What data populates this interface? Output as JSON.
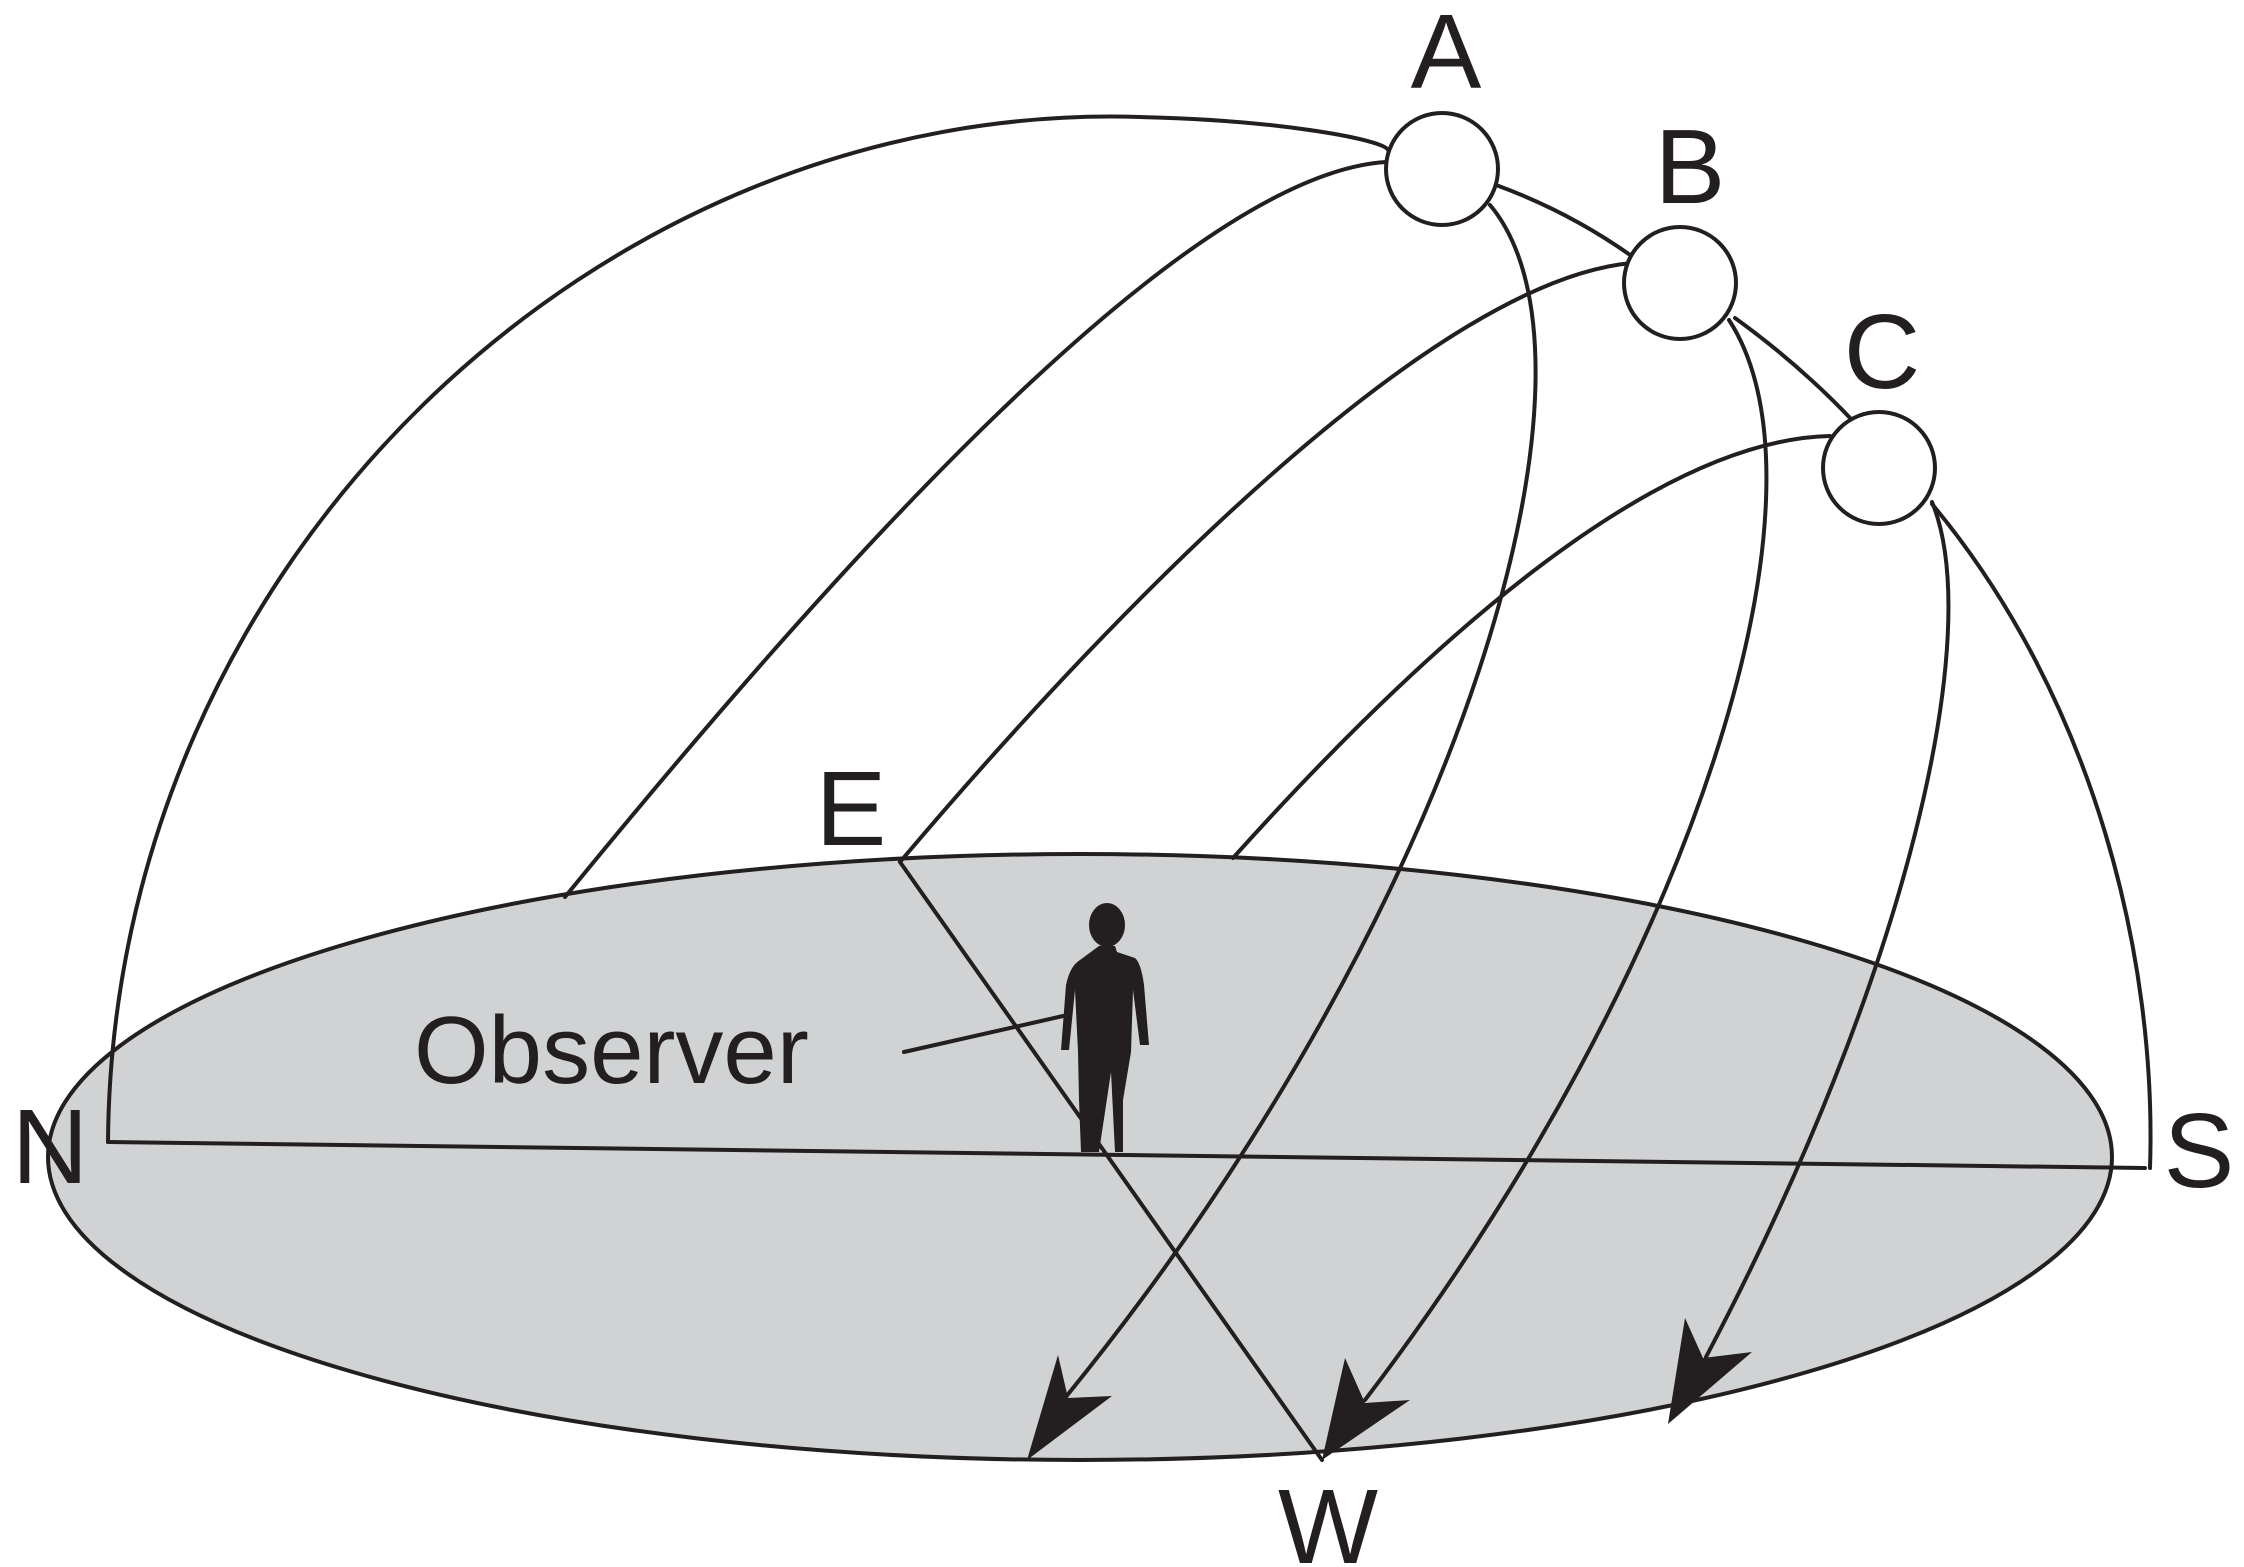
{
  "directions": {
    "north": "N",
    "south": "S",
    "east": "E",
    "west": "W"
  },
  "sun_positions": [
    "A",
    "B",
    "C"
  ],
  "observer_label": "Observer",
  "colors": {
    "ground": "#d1d2d4",
    "line": "#231f20",
    "sun_fill": "#ffffff"
  },
  "icons": {
    "observer": "person-silhouette",
    "arrowhead": "arrow-head"
  }
}
